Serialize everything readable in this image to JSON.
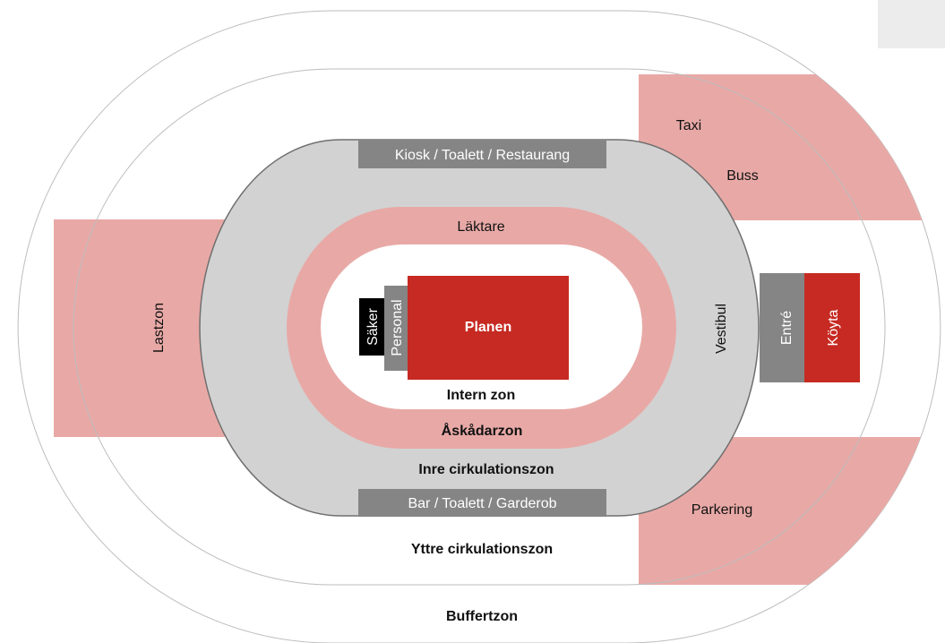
{
  "colors": {
    "zone_light_red": "#e8a9a6",
    "zone_dark_red": "#c62a22",
    "zone_light_gray": "#d2d2d2",
    "facility_gray": "#858585",
    "security_black": "#000000",
    "outline_gray": "#bdbdbd",
    "ring_border": "#6f6f6f"
  },
  "zones": {
    "buffer": "Buffertzon",
    "outer_circulation": "Yttre cirkulationszon",
    "inner_circulation": "Inre cirkulationszon",
    "spectator": "Åskådarzon",
    "internal": "Intern zon"
  },
  "areas": {
    "field": "Planen",
    "staff": "Personal",
    "security": "Säker",
    "stands": "Läktare",
    "vestibule": "Vestibul",
    "entrance": "Entré",
    "queue": "Köyta",
    "loading": "Lastzon",
    "taxi": "Taxi",
    "bus": "Buss",
    "parking": "Parkering"
  },
  "facilities": {
    "top": "Kiosk / Toalett / Restaurang",
    "bottom": "Bar / Toalett / Garderob"
  }
}
